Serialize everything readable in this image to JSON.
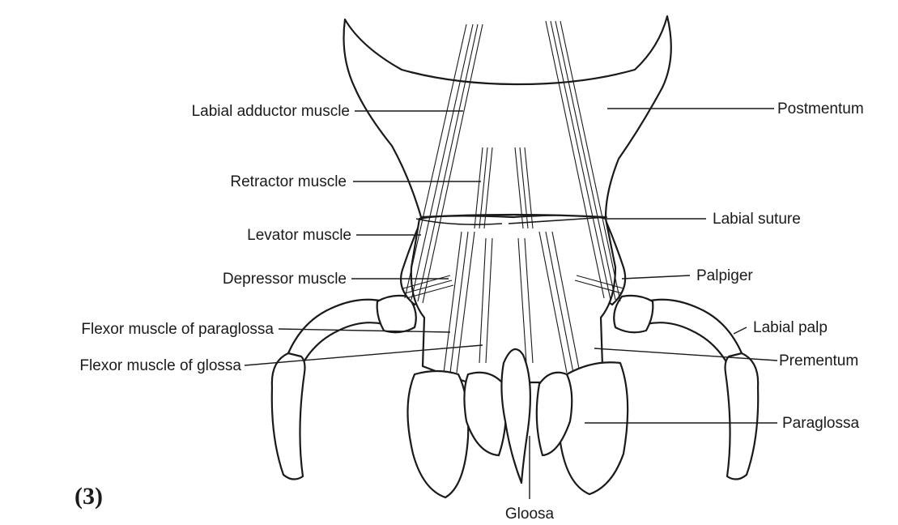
{
  "figure_label": "(3)",
  "labels": {
    "labial_adductor_muscle": "Labial adductor muscle",
    "retractor_muscle": "Retractor muscle",
    "levator_muscle": "Levator muscle",
    "depressor_muscle": "Depressor muscle",
    "flexor_muscle_of_paraglossa": "Flexor muscle of paraglossa",
    "flexor_muscle_of_glossa": "Flexor muscle of glossa",
    "postmentum": "Postmentum",
    "labial_suture": "Labial suture",
    "palpiger": "Palpiger",
    "labial_palp": "Labial palp",
    "prementum": "Prementum",
    "paraglossa": "Paraglossa",
    "gloosa": "Gloosa"
  }
}
